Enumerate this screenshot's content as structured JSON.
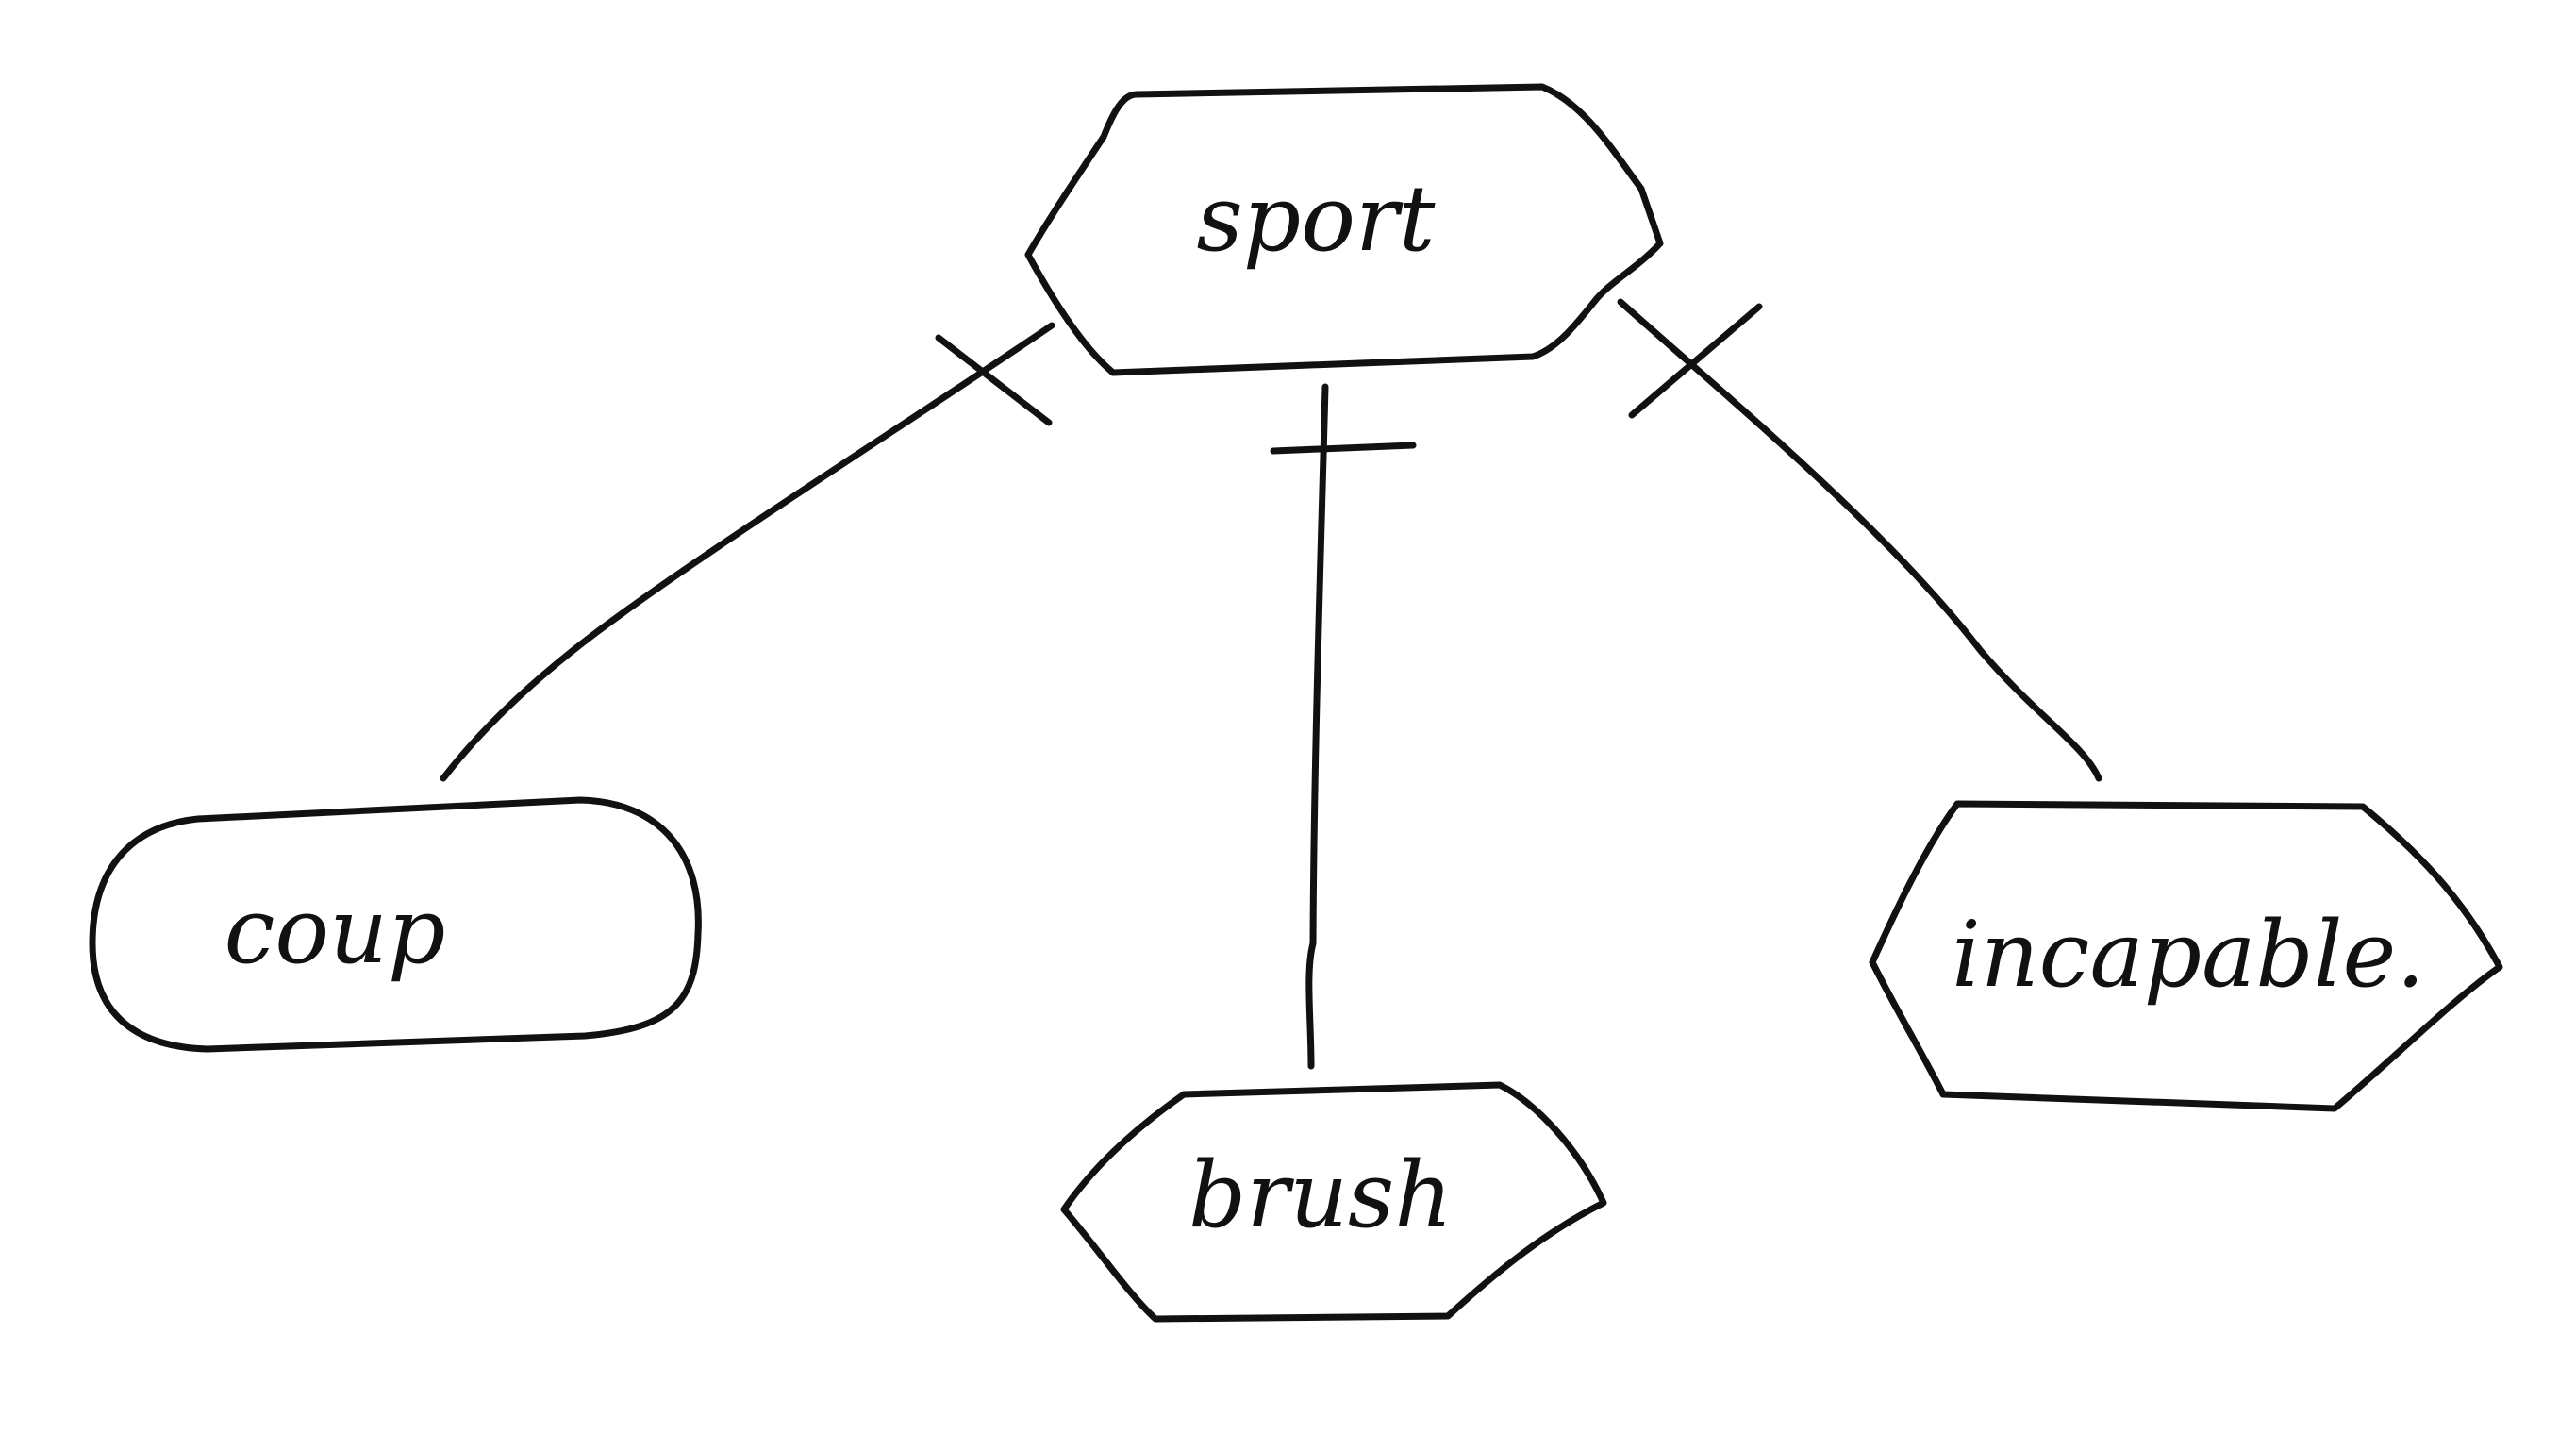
{
  "diagram": {
    "nodes": [
      {
        "id": "sport",
        "label": "sport",
        "shape": "hexagon"
      },
      {
        "id": "coup",
        "label": "coup",
        "shape": "rounded-rectangle"
      },
      {
        "id": "brush",
        "label": "brush",
        "shape": "hexagon"
      },
      {
        "id": "incapable",
        "label": "incapable.",
        "shape": "hexagon"
      }
    ],
    "edges": [
      {
        "from": "sport",
        "to": "coup",
        "end_marker_at_source": "cross-bar"
      },
      {
        "from": "sport",
        "to": "brush",
        "end_marker_at_source": "cross-bar"
      },
      {
        "from": "sport",
        "to": "incapable",
        "end_marker_at_source": "cross-bar"
      }
    ],
    "stroke_color": "#111111",
    "background_color": "#ffffff"
  }
}
